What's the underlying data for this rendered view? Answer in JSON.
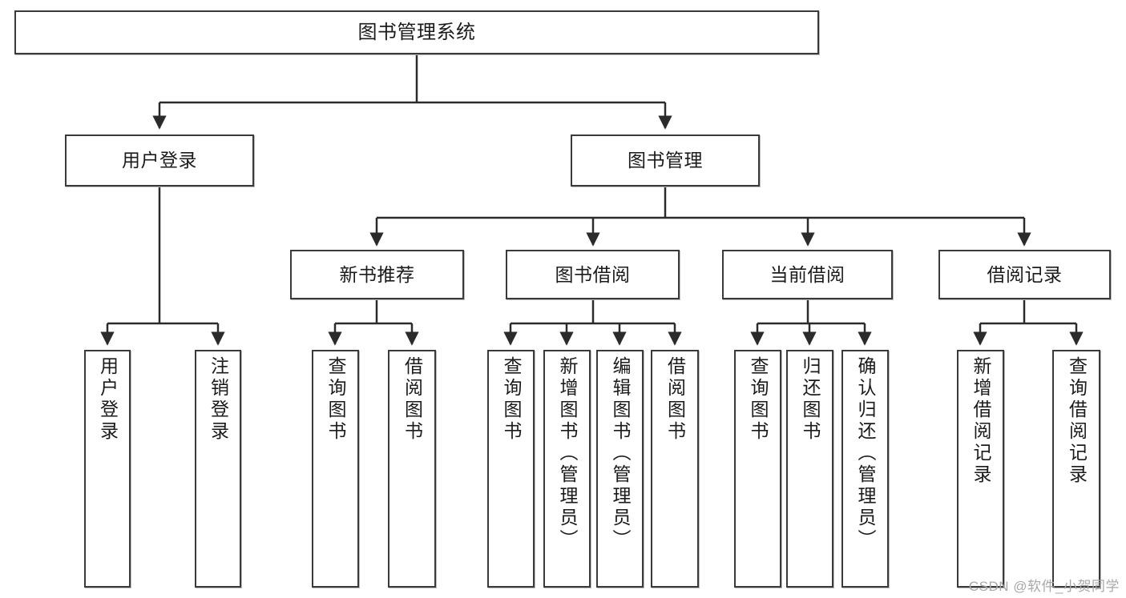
{
  "diagram": {
    "title": "图书管理系统",
    "type": "tree-hierarchy-chart",
    "watermark": "CSDN @软件_小贺同学",
    "colors": {
      "box_border": "#3a3a3a",
      "box_fill": "#ffffff",
      "edge": "#2b2b2b",
      "text": "#1b1b1b",
      "watermark": "#a8a8a8"
    }
  },
  "nodes": {
    "root": {
      "label": "图书管理系统"
    },
    "level2": [
      {
        "label": "用户登录"
      },
      {
        "label": "图书管理"
      }
    ],
    "level3": [
      {
        "label": "新书推荐"
      },
      {
        "label": "图书借阅"
      },
      {
        "label": "当前借阅"
      },
      {
        "label": "借阅记录"
      }
    ],
    "leaves": {
      "user_login": [
        {
          "label": "用户登录"
        },
        {
          "label": "注销登录"
        }
      ],
      "new_book_recommend": [
        {
          "label": "查询图书"
        },
        {
          "label": "借阅图书"
        }
      ],
      "book_borrow": [
        {
          "label": "查询图书"
        },
        {
          "label": "新增图书（管理员）"
        },
        {
          "label": "编辑图书（管理员）"
        },
        {
          "label": "借阅图书"
        }
      ],
      "current_borrow": [
        {
          "label": "查询图书"
        },
        {
          "label": "归还图书"
        },
        {
          "label": "确认归还（管理员）"
        }
      ],
      "borrow_record": [
        {
          "label": "新增借阅记录"
        },
        {
          "label": "查询借阅记录"
        }
      ]
    }
  }
}
